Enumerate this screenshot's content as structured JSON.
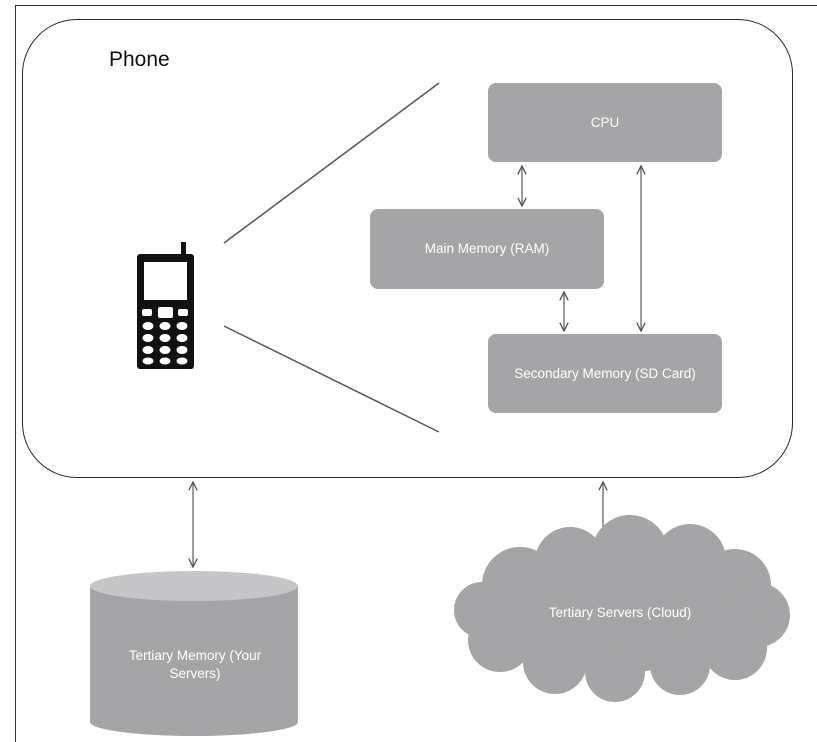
{
  "diagram": {
    "phone_label": "Phone",
    "nodes": {
      "cpu": "CPU",
      "ram": "Main Memory (RAM)",
      "sd": "Secondary Memory (SD Card)",
      "your_servers": "Tertiary Memory (Your Servers)",
      "cloud": "Tertiary Servers (Cloud)"
    },
    "colors": {
      "node_fill": "#a5a5a7",
      "node_text": "#ffffff",
      "outline": "#2a2a2a"
    },
    "icons": {
      "phone": "mobile-phone-icon"
    }
  }
}
